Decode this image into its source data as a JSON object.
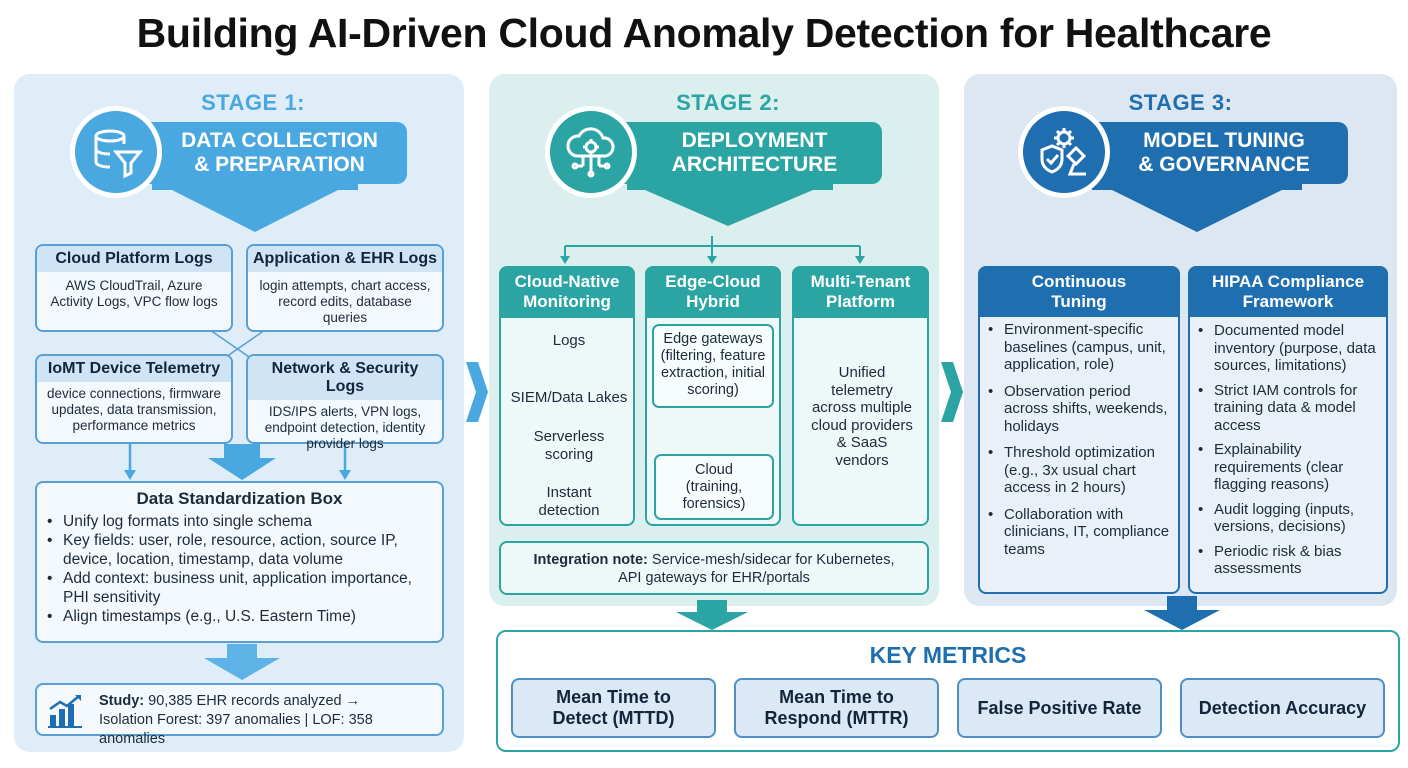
{
  "title": "Building AI-Driven Cloud Anomaly Detection for Healthcare",
  "stage1": {
    "label": "STAGE 1:",
    "banner_line1": "DATA COLLECTION",
    "banner_line2": "& PREPARATION",
    "cards": [
      {
        "title": "Cloud Platform Logs",
        "body": "AWS CloudTrail, Azure Activity Logs, VPC flow logs"
      },
      {
        "title": "Application & EHR Logs",
        "body": "login attempts, chart access, record edits, database queries"
      },
      {
        "title": "IoMT Device Telemetry",
        "body": "device connections, firmware updates, data transmission, performance metrics"
      },
      {
        "title": "Network & Security Logs",
        "body": "IDS/IPS alerts, VPN logs, endpoint detection, identity provider logs"
      }
    ],
    "standardization": {
      "title": "Data Standardization Box",
      "items": [
        "Unify log formats into single schema",
        "Key fields: user, role, resource, action, source IP, device, location, timestamp, data volume",
        "Add context: business unit, application importance, PHI sensitivity",
        "Align timestamps (e.g., U.S. Eastern Time)"
      ]
    },
    "study": {
      "bold": "Study:",
      "line1": "90,385 EHR records analyzed →",
      "line2": "Isolation Forest: 397 anomalies | LOF: 358 anomalies"
    }
  },
  "stage2": {
    "label": "STAGE 2:",
    "banner_line1": "DEPLOYMENT",
    "banner_line2": "ARCHITECTURE",
    "cloud_native": {
      "title_line1": "Cloud-Native",
      "title_line2": "Monitoring",
      "steps": [
        "Logs",
        "SIEM/Data Lakes",
        "Serverless scoring",
        "Instant detection"
      ]
    },
    "edge_cloud": {
      "title_line1": "Edge-Cloud",
      "title_line2": "Hybrid",
      "edge_box": "Edge gateways (filtering, feature extraction, initial scoring)",
      "cloud_box": "Cloud (training, forensics)"
    },
    "multi_tenant": {
      "title_line1": "Multi-Tenant",
      "title_line2": "Platform",
      "body": "Unified telemetry across multiple cloud providers & SaaS vendors"
    },
    "integration": {
      "bold": "Integration note:",
      "line1": "Service-mesh/sidecar for Kubernetes,",
      "line2": "API gateways for EHR/portals"
    }
  },
  "stage3": {
    "label": "STAGE 3:",
    "banner_line1": "MODEL TUNING",
    "banner_line2": "& GOVERNANCE",
    "tuning": {
      "title_line1": "Continuous",
      "title_line2": "Tuning",
      "items": [
        "Environment-specific baselines (campus, unit, application, role)",
        "Observation period across shifts, weekends, holidays",
        "Threshold optimization (e.g., 3x usual chart access in 2 hours)",
        "Collaboration with clinicians, IT, compliance teams"
      ]
    },
    "hipaa": {
      "title_line1": "HIPAA Compliance",
      "title_line2": "Framework",
      "items": [
        "Documented model inventory (purpose, data sources, limitations)",
        "Strict IAM controls for training data & model access",
        "Explainability requirements (clear flagging reasons)",
        "Audit logging (inputs, versions, decisions)",
        "Periodic risk & bias assessments"
      ]
    }
  },
  "metrics": {
    "title": "KEY METRICS",
    "items": [
      {
        "line1": "Mean Time to",
        "line2": "Detect (MTTD)"
      },
      {
        "line1": "Mean Time to",
        "line2": "Respond (MTTR)"
      },
      {
        "line1": "False Positive Rate",
        "line2": ""
      },
      {
        "line1": "Detection Accuracy",
        "line2": ""
      }
    ]
  },
  "colors": {
    "stage1": "#4aa8e0",
    "stage2": "#2aa5a3",
    "stage3": "#1f6fb0",
    "metrics_border": "#2aa5a3"
  },
  "icons": [
    "database-filter-icon",
    "cloud-network-gear-icon",
    "gear-shield-gavel-icon",
    "bar-chart-icon"
  ]
}
